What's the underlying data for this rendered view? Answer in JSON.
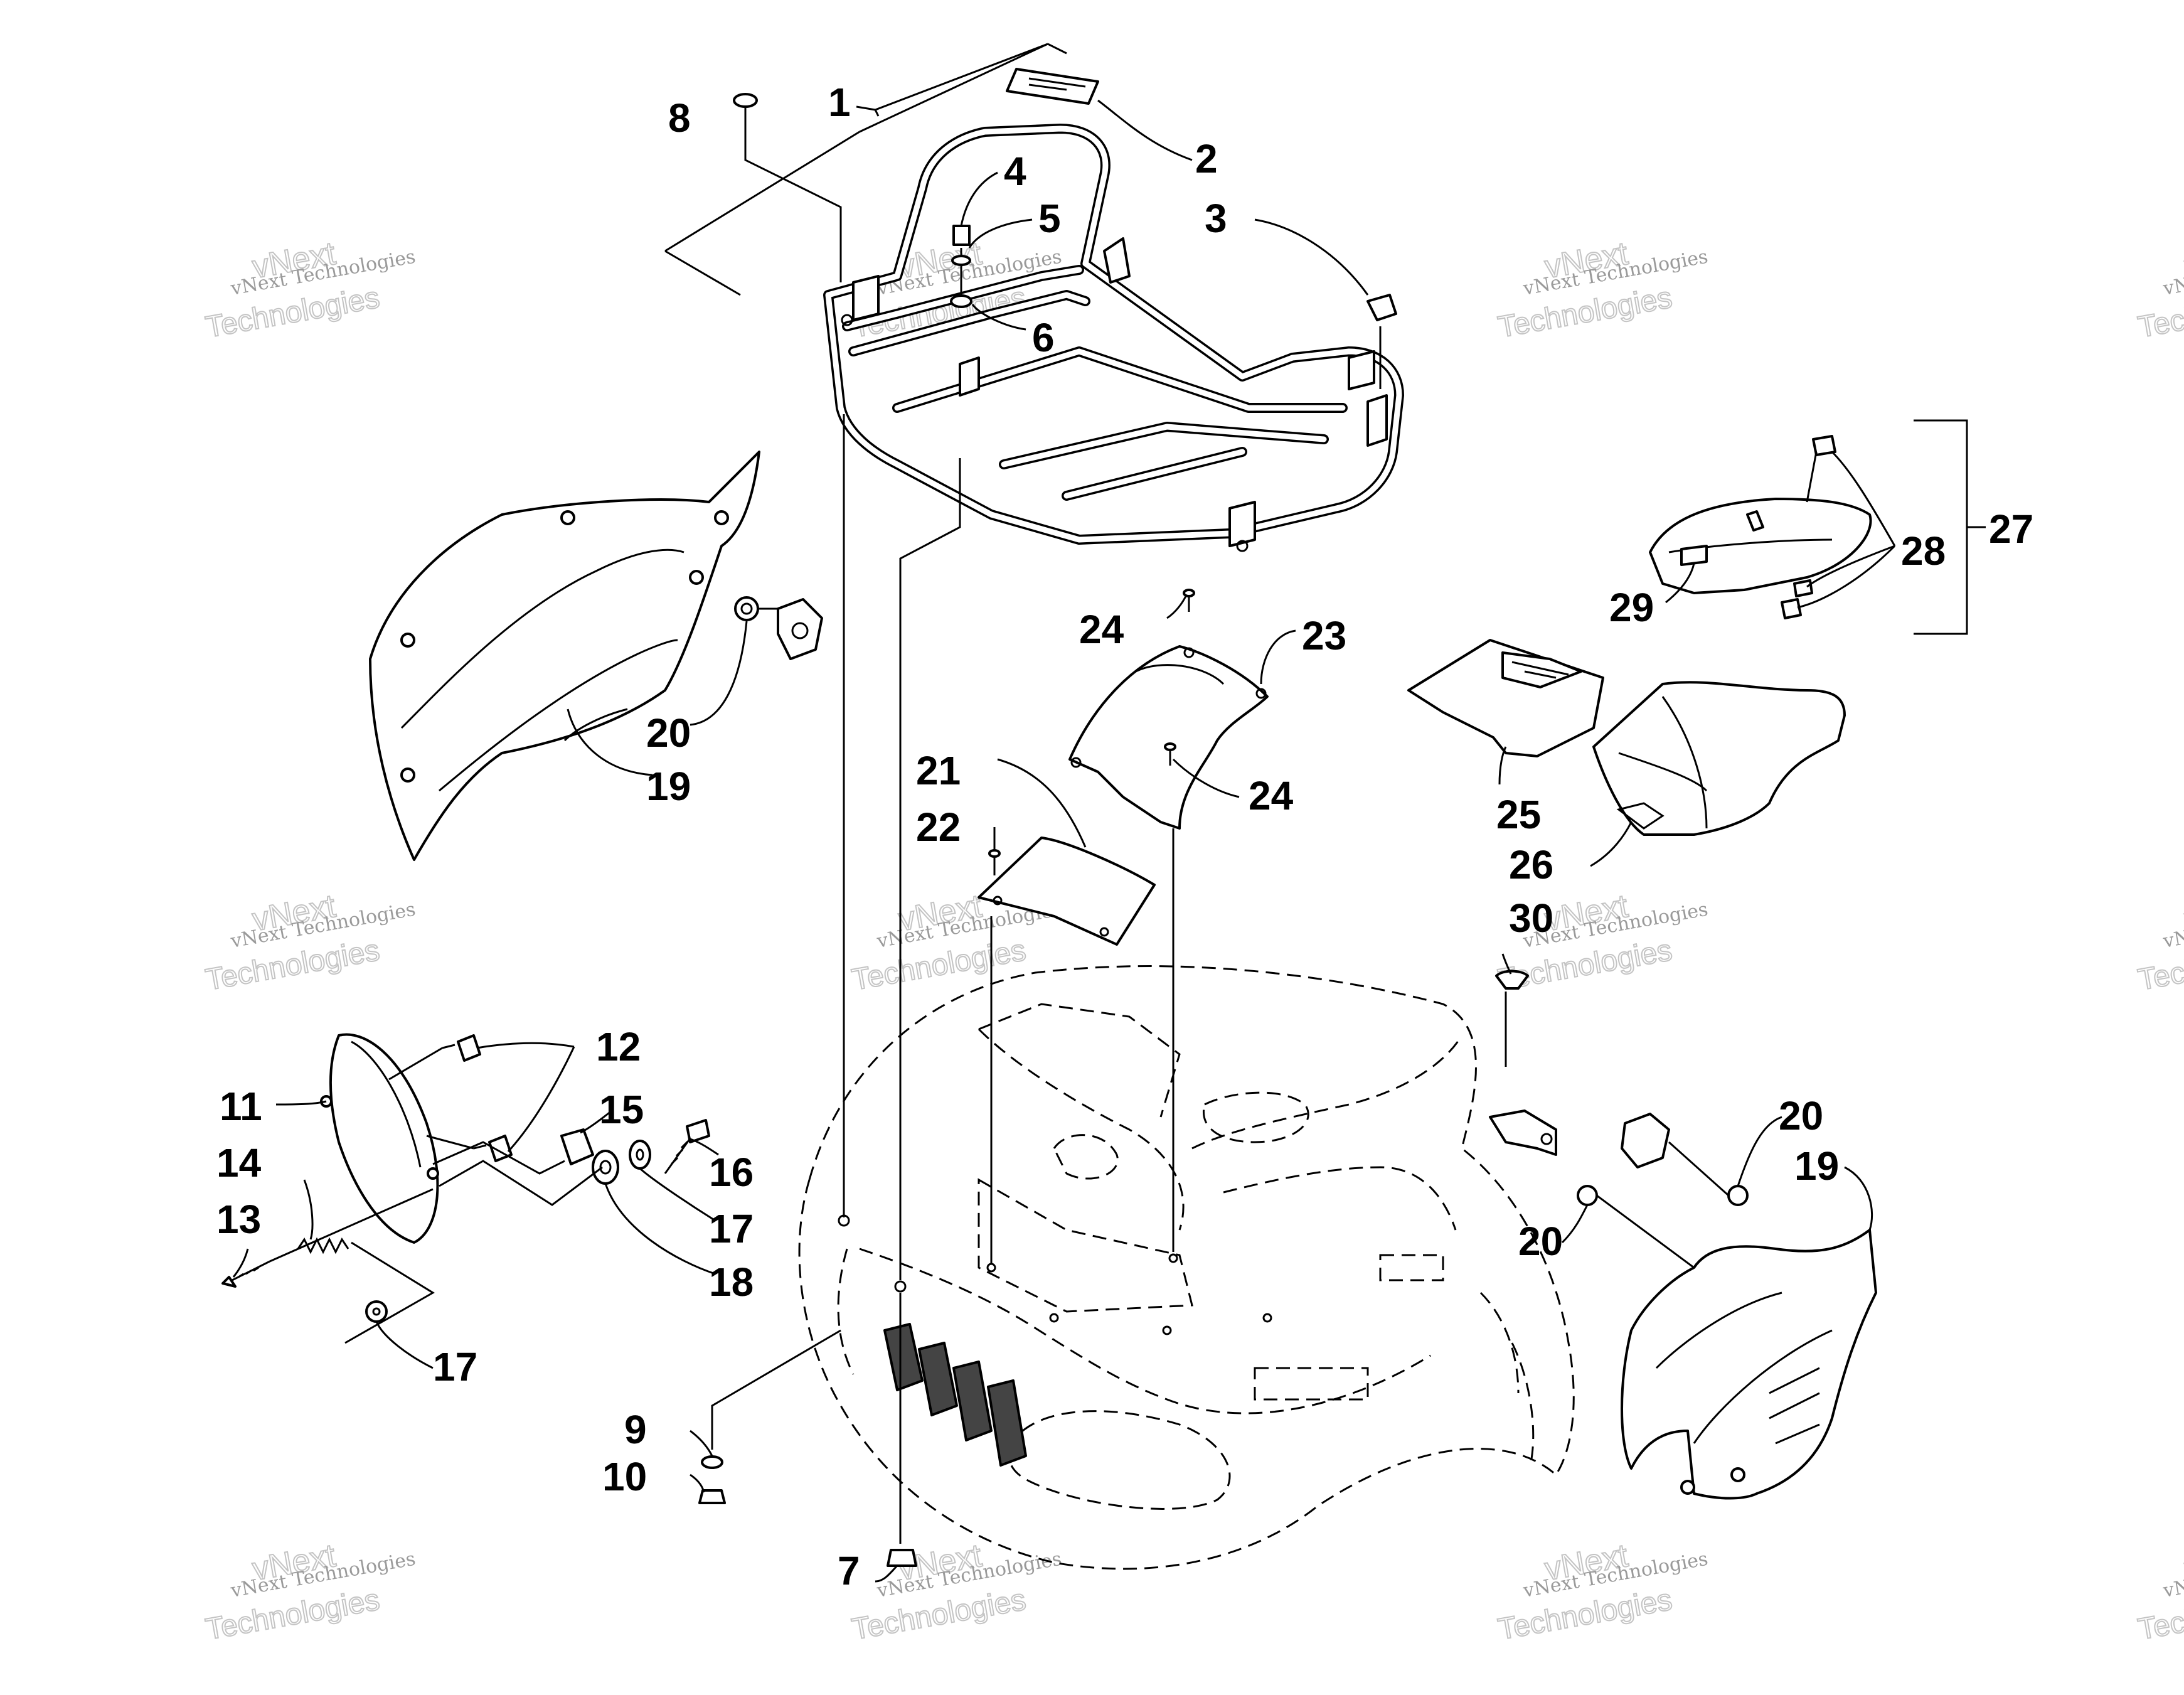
{
  "watermark": {
    "line1": "vNext Technologies",
    "line2": "vNext",
    "line3": "Technologies"
  },
  "callouts": [
    {
      "id": "c1",
      "text": "1"
    },
    {
      "id": "c2",
      "text": "2"
    },
    {
      "id": "c3",
      "text": "3"
    },
    {
      "id": "c4",
      "text": "4"
    },
    {
      "id": "c5",
      "text": "5"
    },
    {
      "id": "c6",
      "text": "6"
    },
    {
      "id": "c7",
      "text": "7"
    },
    {
      "id": "c8",
      "text": "8"
    },
    {
      "id": "c9",
      "text": "9"
    },
    {
      "id": "c10",
      "text": "10"
    },
    {
      "id": "c11",
      "text": "11"
    },
    {
      "id": "c12",
      "text": "12"
    },
    {
      "id": "c13",
      "text": "13"
    },
    {
      "id": "c14",
      "text": "14"
    },
    {
      "id": "c15",
      "text": "15"
    },
    {
      "id": "c16",
      "text": "16"
    },
    {
      "id": "c17a",
      "text": "17"
    },
    {
      "id": "c17b",
      "text": "17"
    },
    {
      "id": "c18",
      "text": "18"
    },
    {
      "id": "c19a",
      "text": "19"
    },
    {
      "id": "c19b",
      "text": "19"
    },
    {
      "id": "c20a",
      "text": "20"
    },
    {
      "id": "c20b",
      "text": "20"
    },
    {
      "id": "c20c",
      "text": "20"
    },
    {
      "id": "c21",
      "text": "21"
    },
    {
      "id": "c22",
      "text": "22"
    },
    {
      "id": "c23",
      "text": "23"
    },
    {
      "id": "c24a",
      "text": "24"
    },
    {
      "id": "c24b",
      "text": "24"
    },
    {
      "id": "c25",
      "text": "25"
    },
    {
      "id": "c26",
      "text": "26"
    },
    {
      "id": "c27",
      "text": "27"
    },
    {
      "id": "c28",
      "text": "28"
    },
    {
      "id": "c29",
      "text": "29"
    },
    {
      "id": "c30",
      "text": "30"
    }
  ]
}
